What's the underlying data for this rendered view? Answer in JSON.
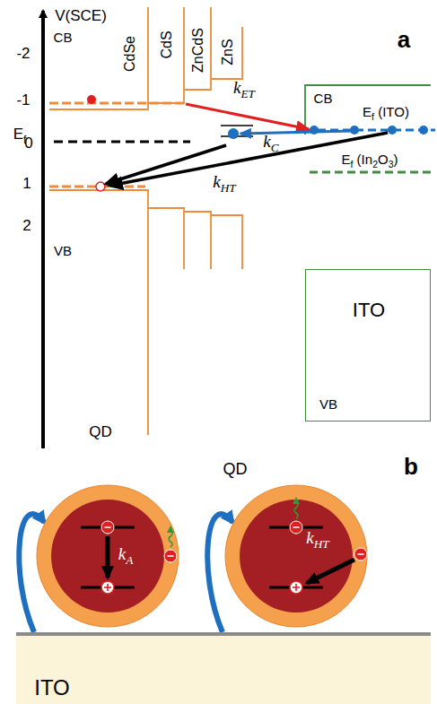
{
  "diagram": {
    "nodes": [
      {
        "text": [
          "ITO",
          "VB"
        ]
      },
      {
        "text": [
          "kA"
        ]
      },
      {
        "text": [
          "kHT"
        ]
      },
      {
        "text": [
          "ITO"
        ]
      }
    ],
    "edges": [
      {
        "from": 3,
        "to": 1,
        "arrow": "to"
      },
      {
        "from": 3,
        "to": 2,
        "arrow": "to"
      }
    ],
    "labels": [
      "V(SCE)",
      "CB",
      "-2",
      "-1",
      "Ef",
      "0",
      "1",
      "2",
      "VB",
      "CdSe",
      "CdS",
      "ZnCdS",
      "ZnS",
      "a",
      "kET",
      "kC",
      "Ef (ITO)",
      "kHT",
      "Ef (In2O3)",
      "CB",
      "QD",
      "b",
      "QD"
    ]
  }
}
